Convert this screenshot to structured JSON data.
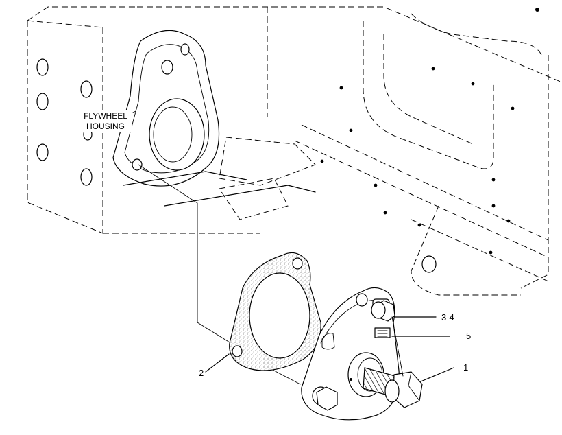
{
  "labels": {
    "flywheel_housing_line1": "FLYWHEEL",
    "flywheel_housing_line2": "HOUSING",
    "callout_1": "1",
    "callout_2": "2",
    "callout_3_4": "3-4",
    "callout_5": "5"
  }
}
